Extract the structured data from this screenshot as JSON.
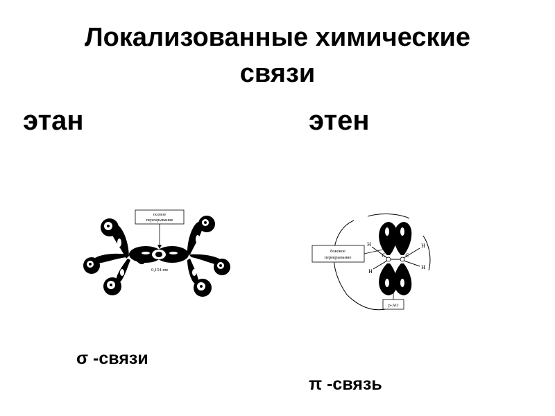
{
  "slide": {
    "title_line1": "Локализованные химические",
    "title_line2": "связи"
  },
  "ethane": {
    "name": "этан",
    "caption": "σ -связи",
    "box_label_line1": "осевое",
    "box_label_line2": "перекрывание",
    "bond_length": "0,154 нм"
  },
  "ethene": {
    "name": "этен",
    "caption": "π -связь",
    "box_label_line1": "боковое",
    "box_label_line2": "перекрывание",
    "pao_label": "p-AO",
    "atom_h": "H",
    "atom_c": "C"
  }
}
